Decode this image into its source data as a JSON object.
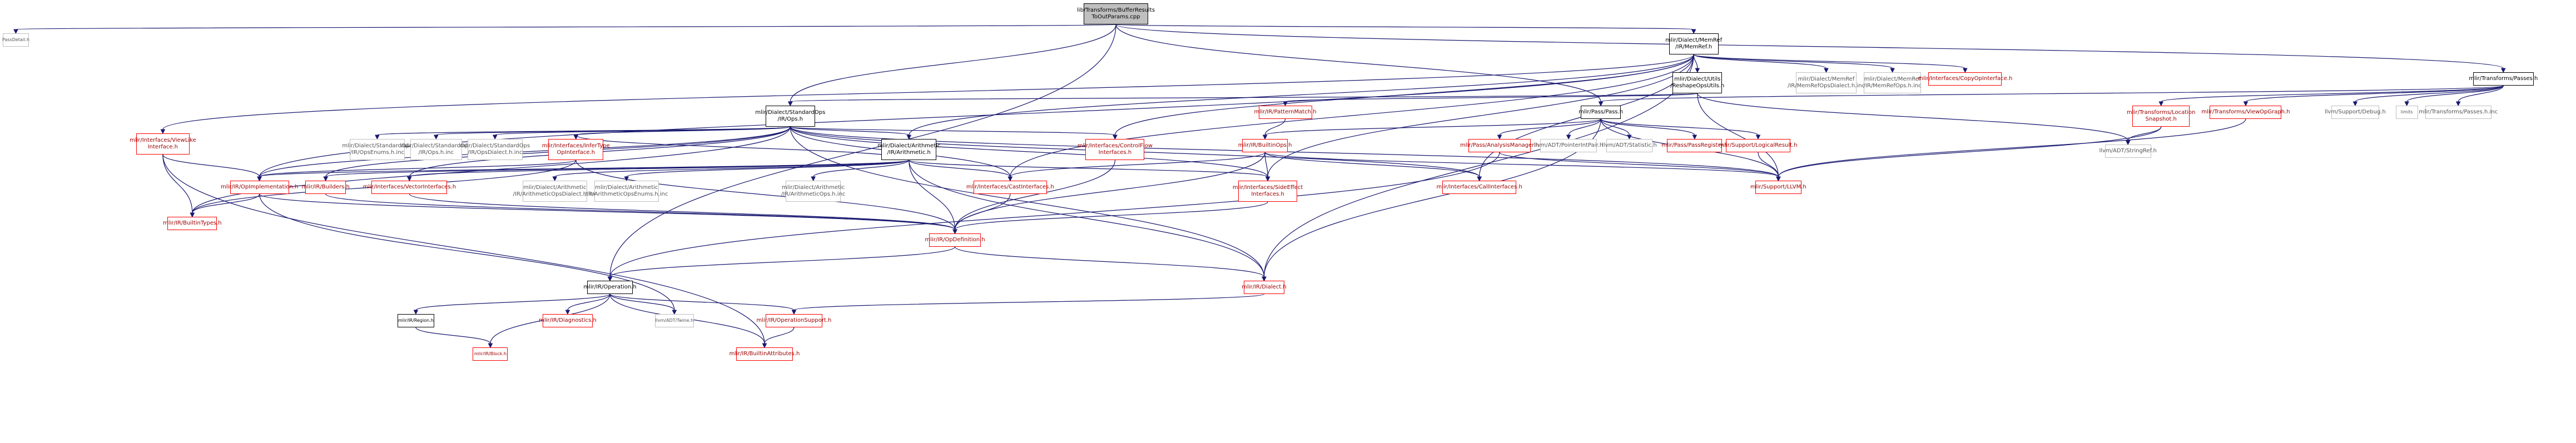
{
  "colors": {
    "edge": "#191970",
    "box_black": "#000000",
    "box_red": "#ff0000",
    "box_gray": "#bfbfbf",
    "root_fill": "#bfbfbf"
  },
  "nodes": [
    {
      "id": "root",
      "label": "lib/Transforms/BufferResults\nToOutParams.cpp",
      "style": "root"
    },
    {
      "id": "passdetail",
      "label": "PassDetail.h",
      "style": "gray"
    },
    {
      "id": "memref",
      "label": "mlir/Dialect/MemRef\n/IR/MemRef.h",
      "style": "black"
    },
    {
      "id": "transpasses",
      "label": "mlir/Transforms/Passes.h",
      "style": "black"
    },
    {
      "id": "reshape",
      "label": "mlir/Dialect/Utils\n/ReshapeOpsUtils.h",
      "style": "black"
    },
    {
      "id": "memrefdialect",
      "label": "mlir/Dialect/MemRef\n/IR/MemRefOpsDialect.h.inc",
      "style": "gray"
    },
    {
      "id": "memrefops",
      "label": "mlir/Dialect/MemRef\n/IR/MemRefOps.h.inc",
      "style": "gray"
    },
    {
      "id": "copyop",
      "label": "mlir/Interfaces/CopyOpInterface.h",
      "style": "red"
    },
    {
      "id": "stdops",
      "label": "mlir/Dialect/StandardOps\n/IR/Ops.h",
      "style": "black"
    },
    {
      "id": "patternmatch",
      "label": "mlir/IR/PatternMatch.h",
      "style": "red"
    },
    {
      "id": "passpass",
      "label": "mlir/Pass/Pass.h",
      "style": "black"
    },
    {
      "id": "locsnap",
      "label": "mlir/Transforms/Location\nSnapshot.h",
      "style": "red"
    },
    {
      "id": "viewopgraph",
      "label": "mlir/Transforms/ViewOpGraph.h",
      "style": "red"
    },
    {
      "id": "llvmdebug",
      "label": "llvm/Support/Debug.h",
      "style": "gray"
    },
    {
      "id": "limits",
      "label": "limits",
      "style": "gray"
    },
    {
      "id": "passesinc",
      "label": "mlir/Transforms/Passes.h.inc",
      "style": "gray"
    },
    {
      "id": "viewlike",
      "label": "mlir/Interfaces/ViewLike\nInterface.h",
      "style": "red"
    },
    {
      "id": "stdenums",
      "label": "mlir/Dialect/StandardOps\n/IR/OpsEnums.h.inc",
      "style": "gray"
    },
    {
      "id": "stdopsinc",
      "label": "mlir/Dialect/StandardOps\n/IR/Ops.h.inc",
      "style": "gray"
    },
    {
      "id": "stddialect",
      "label": "mlir/Dialect/StandardOps\n/IR/OpsDialect.h.inc",
      "style": "gray"
    },
    {
      "id": "infertype",
      "label": "mlir/Interfaces/InferType\nOpInterface.h",
      "style": "red"
    },
    {
      "id": "arith",
      "label": "mlir/Dialect/Arithmetic\n/IR/Arithmetic.h",
      "style": "black"
    },
    {
      "id": "controlflow",
      "label": "mlir/Interfaces/ControlFlow\nInterfaces.h",
      "style": "red"
    },
    {
      "id": "builtinops",
      "label": "mlir/IR/BuiltinOps.h",
      "style": "red"
    },
    {
      "id": "analysismgr",
      "label": "mlir/Pass/AnalysisManager.h",
      "style": "red"
    },
    {
      "id": "ptrintpair",
      "label": "llvm/ADT/PointerIntPair.h",
      "style": "gray"
    },
    {
      "id": "statistic",
      "label": "llvm/ADT/Statistic.h",
      "style": "gray"
    },
    {
      "id": "passregistry",
      "label": "mlir/Pass/PassRegistry.h",
      "style": "red"
    },
    {
      "id": "logicalresult",
      "label": "mlir/Support/LogicalResult.h",
      "style": "red"
    },
    {
      "id": "stringref",
      "label": "llvm/ADT/StringRef.h",
      "style": "gray"
    },
    {
      "id": "opimpl",
      "label": "mlir/IR/OpImplementation.h",
      "style": "red"
    },
    {
      "id": "builders",
      "label": "mlir/IR/Builders.h",
      "style": "red"
    },
    {
      "id": "vectorif",
      "label": "mlir/Interfaces/VectorInterfaces.h",
      "style": "red"
    },
    {
      "id": "arithdialect",
      "label": "mlir/Dialect/Arithmetic\n/IR/ArithmeticOpsDialect.h.inc",
      "style": "gray"
    },
    {
      "id": "arithenums",
      "label": "mlir/Dialect/Arithmetic\n/IR/ArithmeticOpsEnums.h.inc",
      "style": "gray"
    },
    {
      "id": "arithops",
      "label": "mlir/Dialect/Arithmetic\n/IR/ArithmeticOps.h.inc",
      "style": "gray"
    },
    {
      "id": "castif",
      "label": "mlir/Interfaces/CastInterfaces.h",
      "style": "red"
    },
    {
      "id": "sideeffect",
      "label": "mlir/Interfaces/SideEffect\nInterfaces.h",
      "style": "red"
    },
    {
      "id": "callif",
      "label": "mlir/Interfaces/CallInterfaces.h",
      "style": "red"
    },
    {
      "id": "llvmh",
      "label": "mlir/Support/LLVM.h",
      "style": "red"
    },
    {
      "id": "builtintypes",
      "label": "mlir/IR/BuiltinTypes.h",
      "style": "red"
    },
    {
      "id": "opdef",
      "label": "mlir/IR/OpDefinition.h",
      "style": "red"
    },
    {
      "id": "operation",
      "label": "mlir/IR/Operation.h",
      "style": "black"
    },
    {
      "id": "dialect",
      "label": "mlir/IR/Dialect.h",
      "style": "red"
    },
    {
      "id": "region",
      "label": "mlir/IR/Region.h",
      "style": "black"
    },
    {
      "id": "diagnostics",
      "label": "mlir/IR/Diagnostics.h",
      "style": "red"
    },
    {
      "id": "twine",
      "label": "llvm/ADT/Twine.h",
      "style": "gray"
    },
    {
      "id": "opsupport",
      "label": "mlir/IR/OperationSupport.h",
      "style": "red"
    },
    {
      "id": "block",
      "label": "mlir/IR/Block.h",
      "style": "red"
    },
    {
      "id": "builtinattr",
      "label": "mlir/IR/BuiltinAttributes.h",
      "style": "red"
    }
  ],
  "edges": [
    [
      "root",
      "passdetail"
    ],
    [
      "root",
      "memref"
    ],
    [
      "root",
      "transpasses"
    ],
    [
      "root",
      "stdops"
    ],
    [
      "root",
      "passpass"
    ],
    [
      "root",
      "operation"
    ],
    [
      "memref",
      "reshape"
    ],
    [
      "memref",
      "memrefdialect"
    ],
    [
      "memref",
      "memrefops"
    ],
    [
      "memref",
      "copyop"
    ],
    [
      "memref",
      "viewlike"
    ],
    [
      "memref",
      "arith"
    ],
    [
      "memref",
      "controlflow"
    ],
    [
      "memref",
      "opimpl"
    ],
    [
      "memref",
      "castif"
    ],
    [
      "memref",
      "sideeffect"
    ],
    [
      "memref",
      "callif"
    ],
    [
      "memref",
      "dialect"
    ],
    [
      "reshape",
      "stdops"
    ],
    [
      "reshape",
      "patternmatch"
    ],
    [
      "reshape",
      "stringref"
    ],
    [
      "reshape",
      "llvmh"
    ],
    [
      "transpasses",
      "passpass"
    ],
    [
      "transpasses",
      "locsnap"
    ],
    [
      "transpasses",
      "viewopgraph"
    ],
    [
      "transpasses",
      "llvmdebug"
    ],
    [
      "transpasses",
      "limits"
    ],
    [
      "transpasses",
      "passesinc"
    ],
    [
      "stdops",
      "stdenums"
    ],
    [
      "stdops",
      "stdopsinc"
    ],
    [
      "stdops",
      "stddialect"
    ],
    [
      "stdops",
      "infertype"
    ],
    [
      "stdops",
      "arith"
    ],
    [
      "stdops",
      "controlflow"
    ],
    [
      "stdops",
      "builders"
    ],
    [
      "stdops",
      "opimpl"
    ],
    [
      "stdops",
      "vectorif"
    ],
    [
      "stdops",
      "builtintypes"
    ],
    [
      "stdops",
      "castif"
    ],
    [
      "stdops",
      "sideeffect"
    ],
    [
      "stdops",
      "callif"
    ],
    [
      "stdops",
      "dialect"
    ],
    [
      "stdops",
      "llvmh"
    ],
    [
      "patternmatch",
      "builtinops"
    ],
    [
      "passpass",
      "builtinops"
    ],
    [
      "passpass",
      "analysismgr"
    ],
    [
      "passpass",
      "ptrintpair"
    ],
    [
      "passpass",
      "statistic"
    ],
    [
      "passpass",
      "passregistry"
    ],
    [
      "passpass",
      "logicalresult"
    ],
    [
      "passpass",
      "llvmh"
    ],
    [
      "passpass",
      "dialect"
    ],
    [
      "locsnap",
      "stringref"
    ],
    [
      "locsnap",
      "llvmh"
    ],
    [
      "viewopgraph",
      "llvmh"
    ],
    [
      "viewlike",
      "opimpl"
    ],
    [
      "viewlike",
      "builtintypes"
    ],
    [
      "viewlike",
      "builtinattr"
    ],
    [
      "infertype",
      "opimpl"
    ],
    [
      "infertype",
      "builtintypes"
    ],
    [
      "infertype",
      "opdef"
    ],
    [
      "arith",
      "arithdialect"
    ],
    [
      "arith",
      "arithenums"
    ],
    [
      "arith",
      "arithops"
    ],
    [
      "arith",
      "castif"
    ],
    [
      "arith",
      "sideeffect"
    ],
    [
      "arith",
      "vectorif"
    ],
    [
      "arith",
      "builders"
    ],
    [
      "arith",
      "opimpl"
    ],
    [
      "arith",
      "opdef"
    ],
    [
      "arith",
      "dialect"
    ],
    [
      "arith",
      "infertype"
    ],
    [
      "controlflow",
      "opdef"
    ],
    [
      "builtinops",
      "castif"
    ],
    [
      "builtinops",
      "sideeffect"
    ],
    [
      "builtinops",
      "callif"
    ],
    [
      "builtinops",
      "llvmh"
    ],
    [
      "builtinops",
      "opdef"
    ],
    [
      "analysismgr",
      "llvmh"
    ],
    [
      "analysismgr",
      "operation"
    ],
    [
      "logicalresult",
      "llvmh"
    ],
    [
      "opimpl",
      "builtintypes"
    ],
    [
      "opimpl",
      "opdef"
    ],
    [
      "opimpl",
      "twine"
    ],
    [
      "builders",
      "opdef"
    ],
    [
      "vectorif",
      "opdef"
    ],
    [
      "castif",
      "opdef"
    ],
    [
      "sideeffect",
      "opdef"
    ],
    [
      "opdef",
      "operation"
    ],
    [
      "opdef",
      "dialect"
    ],
    [
      "operation",
      "region"
    ],
    [
      "operation",
      "diagnostics"
    ],
    [
      "operation",
      "twine"
    ],
    [
      "operation",
      "opsupport"
    ],
    [
      "operation",
      "block"
    ],
    [
      "operation",
      "builtinattr"
    ],
    [
      "region",
      "block"
    ],
    [
      "dialect",
      "opsupport"
    ],
    [
      "opsupport",
      "builtinattr"
    ]
  ]
}
